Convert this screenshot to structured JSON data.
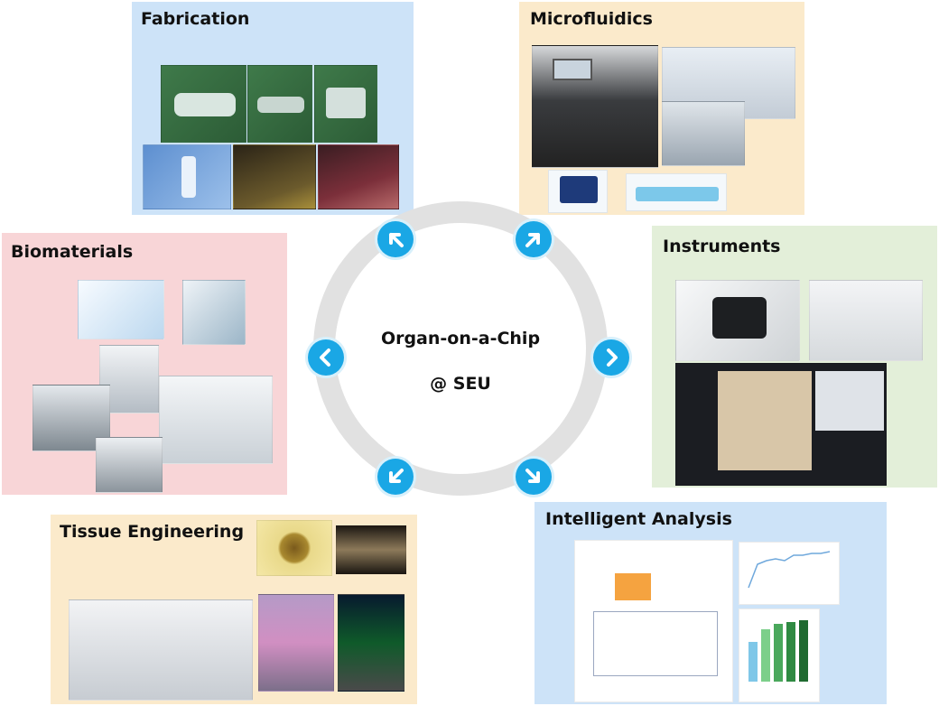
{
  "center": {
    "line1": "Organ-on-a-Chip",
    "line2": "@ SEU"
  },
  "panels": {
    "fabrication": {
      "title": "Fabrication",
      "bg": "#cde3f8"
    },
    "microfluidics": {
      "title": "Microfluidics",
      "bg": "#fbeacb"
    },
    "biomaterials": {
      "title": "Biomaterials",
      "bg": "#f8d5d7"
    },
    "instruments": {
      "title": "Instruments",
      "bg": "#e3efd9"
    },
    "tissue_engineering": {
      "title": "Tissue Engineering",
      "bg": "#fbeacb"
    },
    "intelligent_analysis": {
      "title": "Intelligent Analysis",
      "bg": "#cde3f8"
    }
  },
  "colors": {
    "accent": "#1aa7e5",
    "ring": "#e1e1e1"
  },
  "icons": [
    "chevron-up-left-icon",
    "chevron-up-right-icon",
    "chevron-left-icon",
    "chevron-right-icon",
    "chevron-down-left-icon",
    "chevron-down-right-icon"
  ]
}
